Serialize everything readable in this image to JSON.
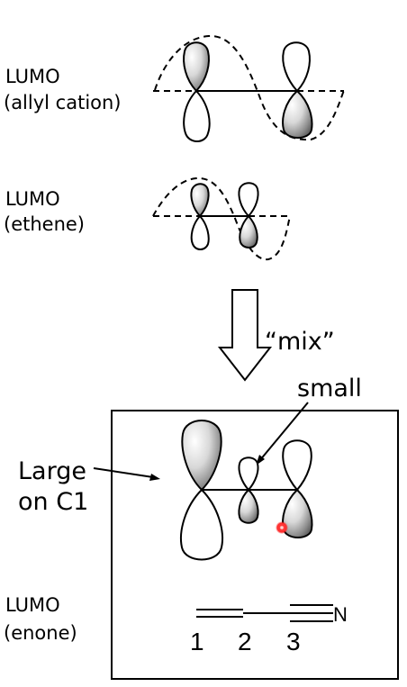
{
  "labels": {
    "allyl_line1": "LUMO",
    "allyl_line2": "(allyl cation)",
    "ethene_line1": "LUMO",
    "ethene_line2": "(ethene)",
    "mix": "“mix”",
    "small": "small",
    "large_line1": "Large",
    "large_line2": "on C1",
    "enone_line1": "LUMO",
    "enone_line2": "(enone)",
    "atom_n": "N",
    "num_1": "1",
    "num_2": "2",
    "num_3": "3"
  },
  "colors": {
    "line": "#000000",
    "lobe_shade": "#6e6e6e",
    "highlight": "#ff2a2a"
  }
}
